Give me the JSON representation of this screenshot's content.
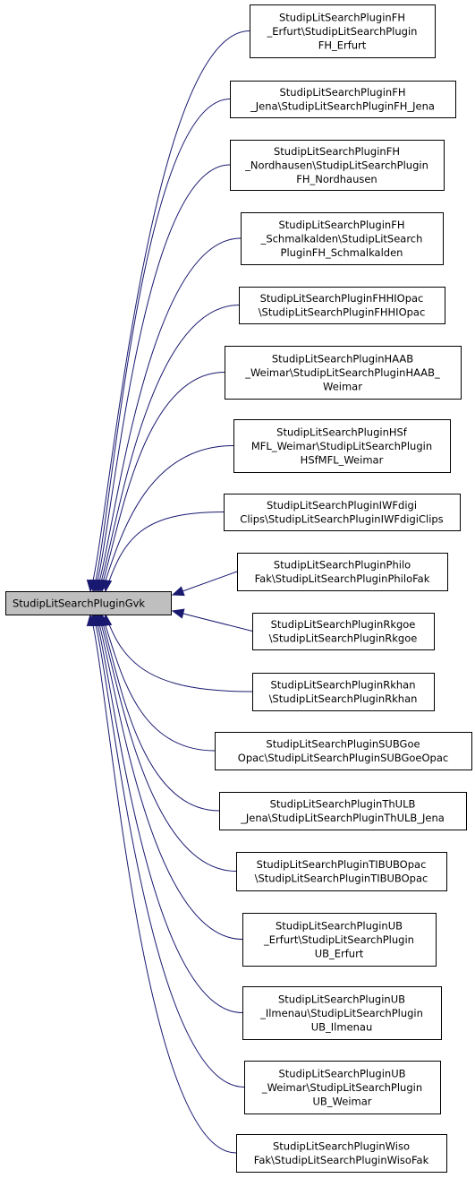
{
  "base_class": {
    "lines": [
      "StudipLitSearchPluginGvk"
    ]
  },
  "derived_classes": [
    {
      "lines": [
        "StudipLitSearchPluginFH",
        "_Erfurt\\StudipLitSearchPlugin",
        "FH_Erfurt"
      ]
    },
    {
      "lines": [
        "StudipLitSearchPluginFH",
        "_Jena\\StudipLitSearchPluginFH_Jena"
      ]
    },
    {
      "lines": [
        "StudipLitSearchPluginFH",
        "_Nordhausen\\StudipLitSearchPlugin",
        "FH_Nordhausen"
      ]
    },
    {
      "lines": [
        "StudipLitSearchPluginFH",
        "_Schmalkalden\\StudipLitSearch",
        "PluginFH_Schmalkalden"
      ]
    },
    {
      "lines": [
        "StudipLitSearchPluginFHHIOpac",
        "\\StudipLitSearchPluginFHHIOpac"
      ]
    },
    {
      "lines": [
        "StudipLitSearchPluginHAAB",
        "_Weimar\\StudipLitSearchPluginHAAB_",
        "Weimar"
      ]
    },
    {
      "lines": [
        "StudipLitSearchPluginHSf",
        "MFL_Weimar\\StudipLitSearchPlugin",
        "HSfMFL_Weimar"
      ]
    },
    {
      "lines": [
        "StudipLitSearchPluginIWFdigi",
        "Clips\\StudipLitSearchPluginIWFdigiClips"
      ]
    },
    {
      "lines": [
        "StudipLitSearchPluginPhilo",
        "Fak\\StudipLitSearchPluginPhiloFak"
      ]
    },
    {
      "lines": [
        "StudipLitSearchPluginRkgoe",
        "\\StudipLitSearchPluginRkgoe"
      ]
    },
    {
      "lines": [
        "StudipLitSearchPluginRkhan",
        "\\StudipLitSearchPluginRkhan"
      ]
    },
    {
      "lines": [
        "StudipLitSearchPluginSUBGoe",
        "Opac\\StudipLitSearchPluginSUBGoeOpac"
      ]
    },
    {
      "lines": [
        "StudipLitSearchPluginThULB",
        "_Jena\\StudipLitSearchPluginThULB_Jena"
      ]
    },
    {
      "lines": [
        "StudipLitSearchPluginTIBUBOpac",
        "\\StudipLitSearchPluginTIBUBOpac"
      ]
    },
    {
      "lines": [
        "StudipLitSearchPluginUB",
        "_Erfurt\\StudipLitSearchPlugin",
        "UB_Erfurt"
      ]
    },
    {
      "lines": [
        "StudipLitSearchPluginUB",
        "_Ilmenau\\StudipLitSearchPlugin",
        "UB_Ilmenau"
      ]
    },
    {
      "lines": [
        "StudipLitSearchPluginUB",
        "_Weimar\\StudipLitSearchPlugin",
        "UB_Weimar"
      ]
    },
    {
      "lines": [
        "StudipLitSearchPluginWiso",
        "Fak\\StudipLitSearchPluginWisoFak"
      ]
    }
  ],
  "colors": {
    "edge": "#191970",
    "base_fill": "#bfbfbf",
    "node_fill": "#ffffff",
    "border": "#000000"
  }
}
